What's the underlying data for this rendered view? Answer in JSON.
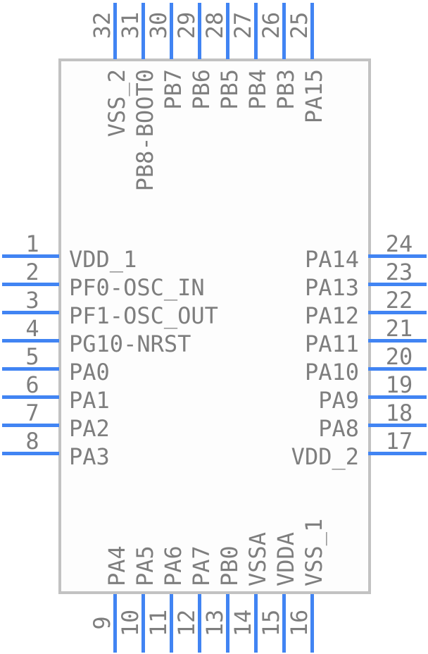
{
  "colors": {
    "pin_line": "#4184f3",
    "text": "#7e7e7e",
    "body_border": "#c2c2c2",
    "body_fill": "#fdfdfd",
    "background": "#ffffff"
  },
  "pins": {
    "top": [
      {
        "number": "32",
        "name": "VSS_2"
      },
      {
        "number": "31",
        "name": "PB8-BOOT0"
      },
      {
        "number": "30",
        "name": "PB7"
      },
      {
        "number": "29",
        "name": "PB6"
      },
      {
        "number": "28",
        "name": "PB5"
      },
      {
        "number": "27",
        "name": "PB4"
      },
      {
        "number": "26",
        "name": "PB3"
      },
      {
        "number": "25",
        "name": "PA15"
      }
    ],
    "left": [
      {
        "number": "1",
        "name": "VDD_1"
      },
      {
        "number": "2",
        "name": "PF0-OSC_IN"
      },
      {
        "number": "3",
        "name": "PF1-OSC_OUT"
      },
      {
        "number": "4",
        "name": "PG10-NRST"
      },
      {
        "number": "5",
        "name": "PA0"
      },
      {
        "number": "6",
        "name": "PA1"
      },
      {
        "number": "7",
        "name": "PA2"
      },
      {
        "number": "8",
        "name": "PA3"
      }
    ],
    "right": [
      {
        "number": "24",
        "name": "PA14"
      },
      {
        "number": "23",
        "name": "PA13"
      },
      {
        "number": "22",
        "name": "PA12"
      },
      {
        "number": "21",
        "name": "PA11"
      },
      {
        "number": "20",
        "name": "PA10"
      },
      {
        "number": "19",
        "name": "PA9"
      },
      {
        "number": "18",
        "name": "PA8"
      },
      {
        "number": "17",
        "name": "VDD_2"
      }
    ],
    "bottom": [
      {
        "number": "9",
        "name": "PA4"
      },
      {
        "number": "10",
        "name": "PA5"
      },
      {
        "number": "11",
        "name": "PA6"
      },
      {
        "number": "12",
        "name": "PA7"
      },
      {
        "number": "13",
        "name": "PB0"
      },
      {
        "number": "14",
        "name": "VSSA"
      },
      {
        "number": "15",
        "name": "VDDA"
      },
      {
        "number": "16",
        "name": "VSS_1"
      }
    ]
  }
}
